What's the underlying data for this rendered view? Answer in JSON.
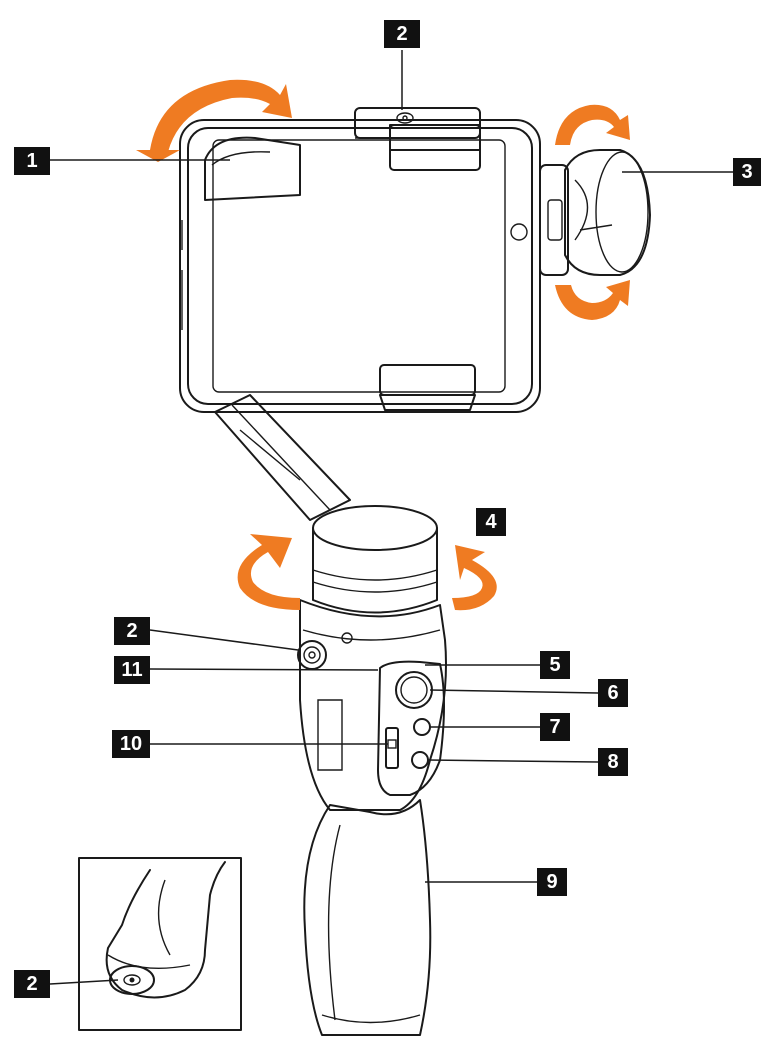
{
  "labels": [
    "1",
    "2",
    "3",
    "4",
    "2",
    "11",
    "5",
    "6",
    "7",
    "10",
    "8",
    "9",
    "2"
  ],
  "colors": {
    "accent": "#ef7b22",
    "label_bg": "#111111",
    "line": "#1a1a1a"
  }
}
